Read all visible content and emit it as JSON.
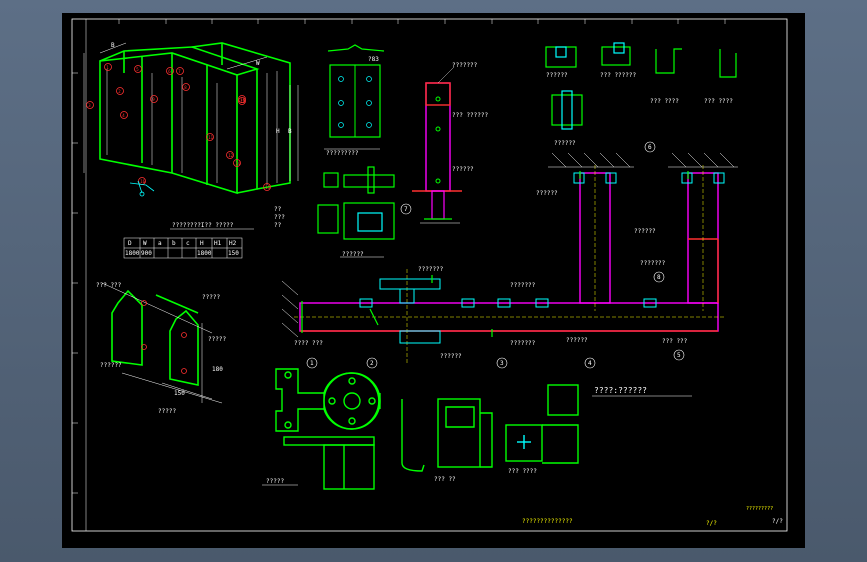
{
  "drawing": {
    "title_bottom": "??????????????",
    "sheet_no": "?/?",
    "scale_note": "?/?",
    "logo_text": "?????????"
  },
  "iso_view": {
    "caption": "????????I??  ?????",
    "dim_labels": [
      "B",
      "W",
      "H",
      "B"
    ],
    "balloons": [
      "1",
      "2",
      "3",
      "4",
      "5",
      "6",
      "7",
      "8",
      "9",
      "10",
      "11",
      "12",
      "13",
      "14",
      "15",
      "16"
    ]
  },
  "spec_table": {
    "headers": [
      "D",
      "W",
      "a",
      "b",
      "c",
      "H",
      "H1",
      "H2"
    ],
    "row": [
      "1800",
      "900",
      "",
      "",
      "",
      "",
      "1800",
      "150"
    ]
  },
  "note_small": [
    "??",
    "???",
    "??"
  ],
  "hinge_view": {
    "caption": "?????????",
    "dim": "?83"
  },
  "latch_view": {
    "caption": "??????"
  },
  "section_top": {
    "label_top": "???????",
    "label_mid": "??? ??????",
    "label_bot": "??????",
    "marker": "7"
  },
  "profiles_top": [
    {
      "caption": "??????"
    },
    {
      "caption": "??? ??????"
    },
    {
      "caption": "??? ????"
    },
    {
      "caption": "??? ????"
    },
    {
      "caption": "??????"
    }
  ],
  "plan_view": {
    "markers": [
      "1",
      "2",
      "3",
      "4",
      "5",
      "6",
      "8"
    ],
    "labels": [
      "???????",
      "??????",
      "???????",
      "???????",
      "???? ???",
      "??? ???",
      "??????",
      "??????",
      "??????",
      "???????"
    ]
  },
  "partition_detail": {
    "caption": "?????",
    "labels": [
      "??? ???",
      "?????",
      "?????",
      "??????"
    ],
    "dims": [
      "180",
      "150"
    ]
  },
  "bracket_view": {
    "caption": "?????"
  },
  "small_parts": {
    "caption": "??? ??"
  },
  "angle_parts": {
    "caption": "??? ????"
  },
  "section_title": "????:??????"
}
